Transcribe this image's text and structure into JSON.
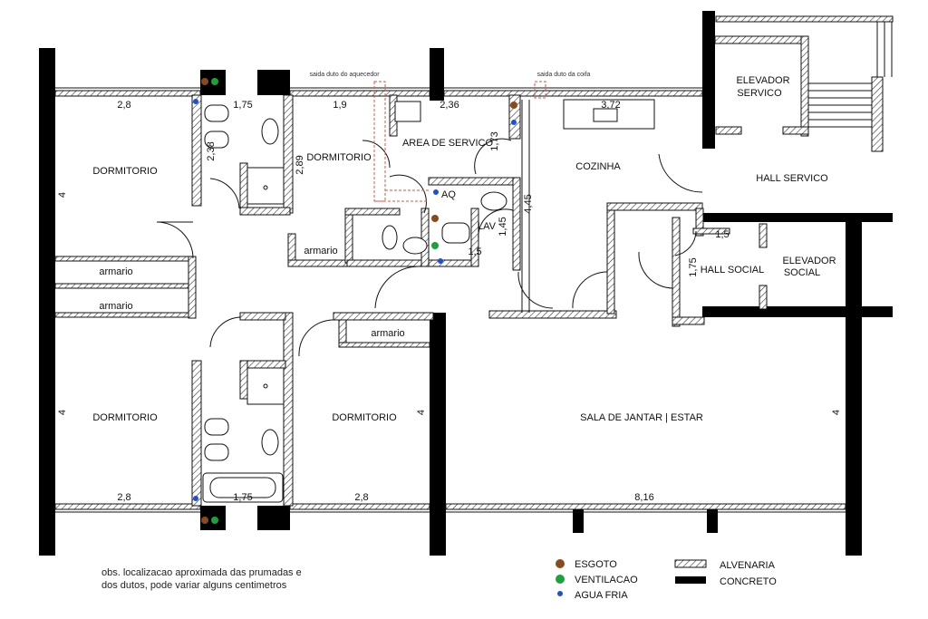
{
  "rooms": {
    "dormitorio_1": "DORMITORIO",
    "dormitorio_2": "DORMITORIO",
    "dormitorio_3": "DORMITORIO",
    "dormitorio_4": "DORMITORIO",
    "area_servico": "AREA DE SERVICO",
    "cozinha": "COZINHA",
    "hall_servico": "HALL SERVICO",
    "elevador_servico_1": "ELEVADOR",
    "elevador_servico_2": "SERVICO",
    "hall_social": "HALL SOCIAL",
    "elevador_social_1": "ELEVADOR",
    "elevador_social_2": "SOCIAL",
    "sala": "SALA DE JANTAR | ESTAR",
    "lav": "LAV",
    "aq": "AQ",
    "armario_1": "armario",
    "armario_2": "armario",
    "armario_3": "armario",
    "armario_4": "armario"
  },
  "dimensions": {
    "d1": "2,8",
    "d2": "1,75",
    "d3": "1,9",
    "d4": "2,36",
    "d5": "3,72",
    "d6": "4",
    "d7": "2,38",
    "d8": "2,89",
    "d9": "1,73",
    "d10": "4,45",
    "d11": "1,45",
    "d12": "1,5",
    "d13": "1,5",
    "d14": "1,75",
    "d15": "4",
    "d16": "4",
    "d17": "4",
    "d18": "2,8",
    "d19": "1,75",
    "d20": "2,8",
    "d21": "8,16"
  },
  "annotations": {
    "duto_aquecedor": "saida duto do aquecedor",
    "duto_coifa": "saida duto da coifa"
  },
  "legend": {
    "esgoto": "ESGOTO",
    "ventilacao": "VENTILACAO",
    "agua_fria": "AGUA FRIA",
    "alvenaria": "ALVENARIA",
    "concreto": "CONCRETO"
  },
  "colors": {
    "esgoto": "#8b4a1c",
    "ventilacao": "#1aa33a",
    "agua_fria": "#1f4fd8",
    "duct": "#e0553a"
  },
  "note": {
    "line1": "obs. localizacao aproximada das prumadas e",
    "line2": "dos dutos, pode variar alguns centimetros"
  }
}
